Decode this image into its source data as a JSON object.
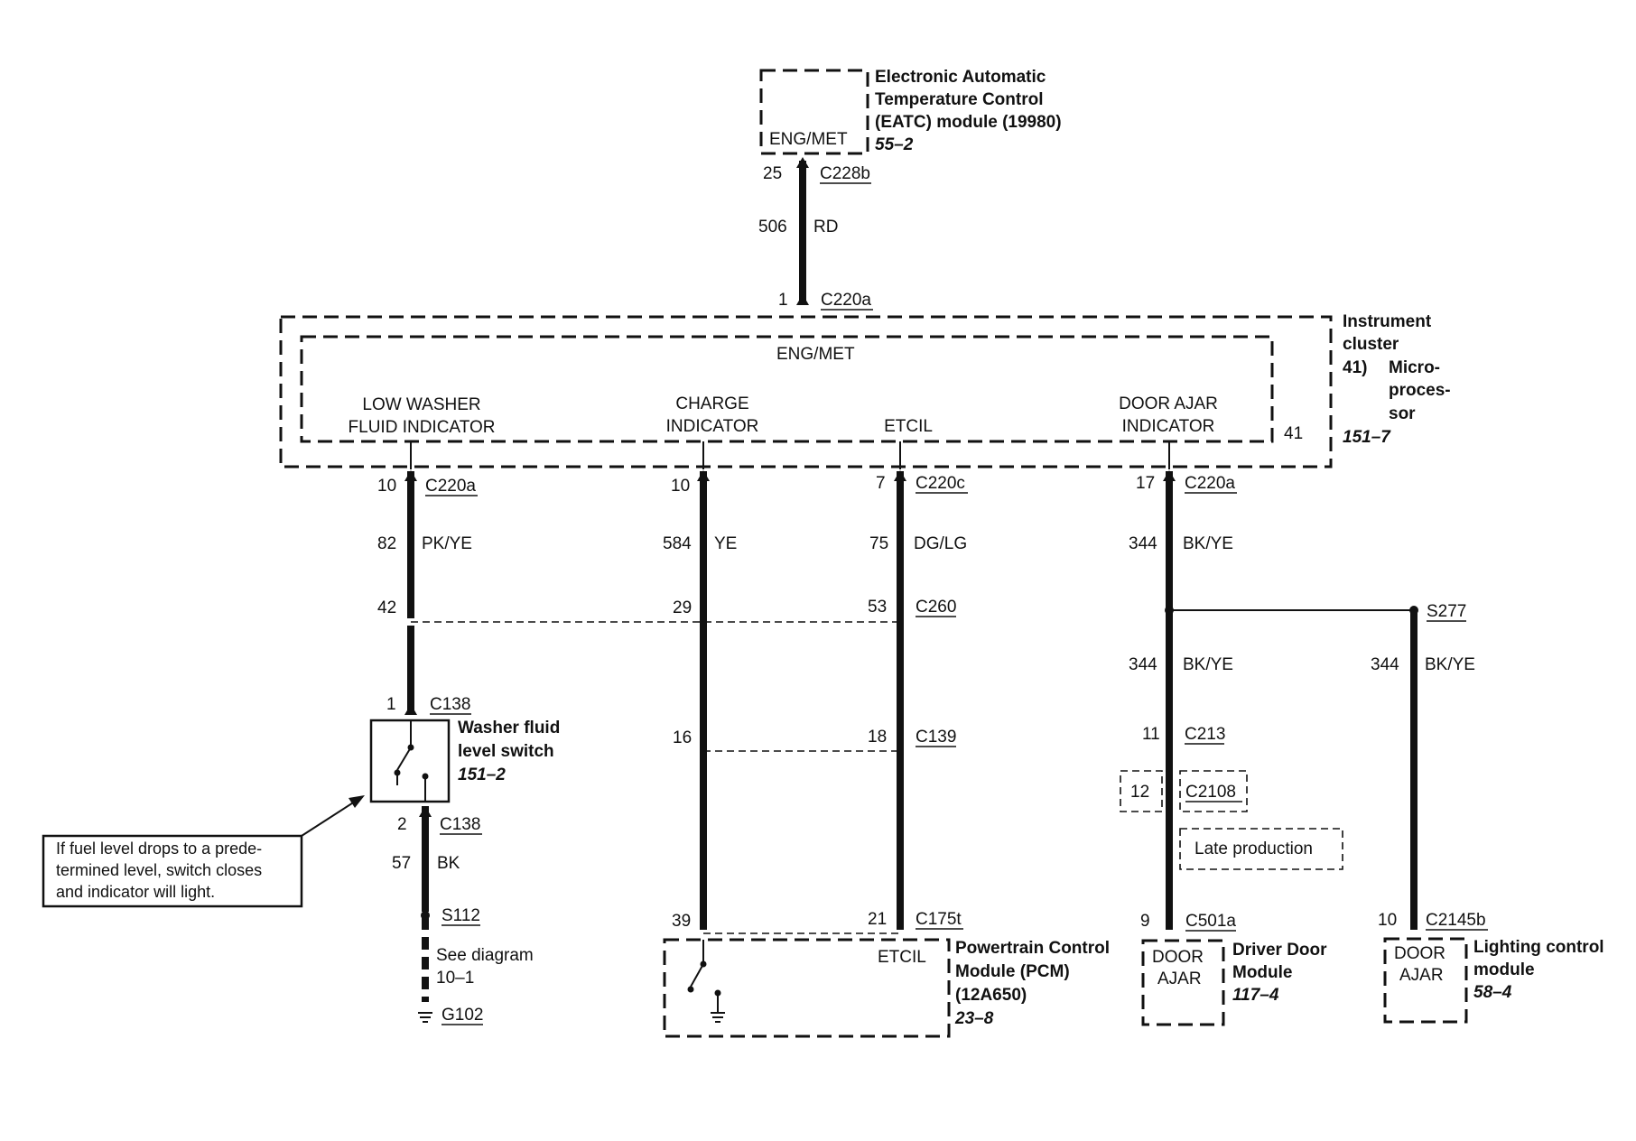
{
  "eatc": {
    "inner": "ENG/MET",
    "name_l1": "Electronic Automatic",
    "name_l2": "Temperature Control",
    "name_l3": "(EATC) module (19980)",
    "page": "55–2",
    "pin": "25",
    "conn": "C228b",
    "circuit": "506",
    "color": "RD"
  },
  "cluster": {
    "pin": "1",
    "conn": "C220a",
    "inner": "ENG/MET",
    "name_l1": "Instrument",
    "name_l2": "cluster",
    "name_l3": "41)",
    "name_l4": "Micro-",
    "name_l5": "proces-",
    "name_l6": "sor",
    "page": "151–7",
    "ref": "41",
    "ind1_l1": "LOW WASHER",
    "ind1_l2": "FLUID INDICATOR",
    "ind2_l1": "CHARGE",
    "ind2_l2": "INDICATOR",
    "ind3": "ETCIL",
    "ind4_l1": "DOOR AJAR",
    "ind4_l2": "INDICATOR"
  },
  "wire1": {
    "pin": "10",
    "conn": "C220a",
    "circuit": "82",
    "color": "PK/YE",
    "c260_pin": "42",
    "sw_pin1": "1",
    "sw_conn1": "C138",
    "sw_name_l1": "Washer fluid",
    "sw_name_l2": "level switch",
    "sw_page": "151–2",
    "sw_pin2": "2",
    "sw_conn2": "C138",
    "circuit2": "57",
    "color2": "BK",
    "splice": "S112",
    "see_l1": "See diagram",
    "see_l2": "10–1",
    "ground": "G102",
    "note_l1": "If fuel level drops to a prede-",
    "note_l2": "termined level, switch closes",
    "note_l3": "and indicator will light."
  },
  "wire2": {
    "pin": "10",
    "circuit": "584",
    "color": "YE",
    "c260_pin": "29",
    "c139_pin": "16",
    "c175_pin": "39"
  },
  "wire3": {
    "pin": "7",
    "conn": "C220c",
    "circuit": "75",
    "color": "DG/LG",
    "c260_pin": "53",
    "c260": "C260",
    "c139_pin": "18",
    "c139": "C139",
    "c175_pin": "21",
    "c175": "C175t"
  },
  "pcm": {
    "inner": "ETCIL",
    "name_l1": "Powertrain Control",
    "name_l2": "Module (PCM)",
    "name_l3": "(12A650)",
    "page": "23–8"
  },
  "wire4": {
    "pin": "17",
    "conn": "C220a",
    "circuit": "344",
    "color": "BK/YE",
    "splice": "S277",
    "circuit_b": "344",
    "color_b": "BK/YE",
    "c213_pin": "11",
    "c213": "C213",
    "c2108_pin": "12",
    "c2108": "C2108",
    "late": "Late production",
    "c501_pin": "9",
    "c501": "C501a",
    "ddm_l1": "DOOR",
    "ddm_l2": "AJAR",
    "ddm_name_l1": "Driver Door",
    "ddm_name_l2": "Module",
    "ddm_page": "117–4",
    "circuit_c": "344",
    "color_c": "BK/YE",
    "c2145_pin": "10",
    "c2145": "C2145b",
    "lcm_l1": "DOOR",
    "lcm_l2": "AJAR",
    "lcm_name_l1": "Lighting control",
    "lcm_name_l2": "module",
    "lcm_page": "58–4"
  }
}
